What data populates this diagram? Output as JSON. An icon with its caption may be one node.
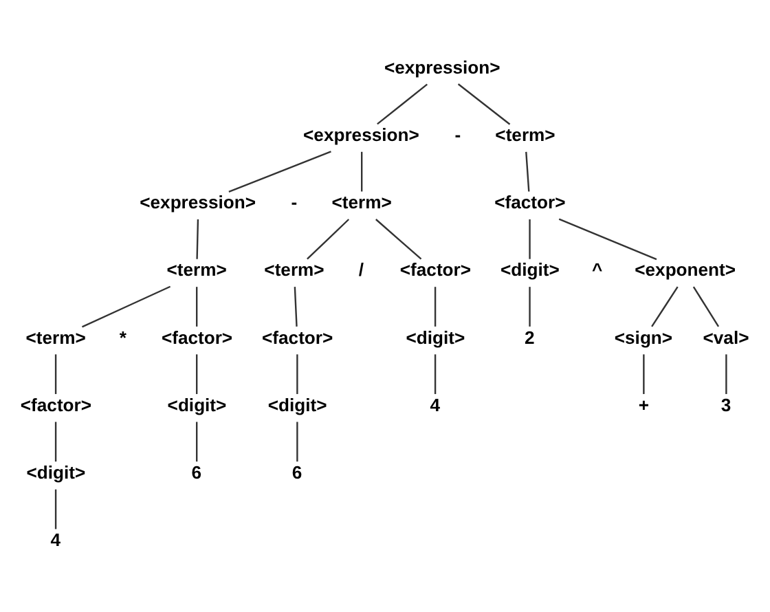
{
  "diagram": {
    "nodes": [
      {
        "text": [
          "<expression>"
        ]
      },
      {
        "text": [
          "<expression>"
        ]
      },
      {
        "text": [
          "<term>"
        ]
      },
      {
        "text": [
          "<expression>"
        ]
      },
      {
        "text": [
          "<term>"
        ]
      },
      {
        "text": [
          "<factor>"
        ]
      },
      {
        "text": [
          "<term>"
        ]
      },
      {
        "text": [
          "<term>"
        ]
      },
      {
        "text": [
          "<factor>"
        ]
      },
      {
        "text": [
          "<digit>"
        ]
      },
      {
        "text": [
          "<exponent>"
        ]
      },
      {
        "text": [
          "<term>"
        ]
      },
      {
        "text": [
          "<factor>"
        ]
      },
      {
        "text": [
          "<factor>"
        ]
      },
      {
        "text": [
          "<digit>"
        ]
      },
      {
        "text": [
          "2"
        ]
      },
      {
        "text": [
          "<sign>"
        ]
      },
      {
        "text": [
          "<val>"
        ]
      },
      {
        "text": [
          "<factor>"
        ]
      },
      {
        "text": [
          "<digit>"
        ]
      },
      {
        "text": [
          "<digit>"
        ]
      },
      {
        "text": [
          "4"
        ]
      },
      {
        "text": [
          "+"
        ]
      },
      {
        "text": [
          "3"
        ]
      },
      {
        "text": [
          "<digit>"
        ]
      },
      {
        "text": [
          "6"
        ]
      },
      {
        "text": [
          "6"
        ]
      },
      {
        "text": [
          "4"
        ]
      }
    ],
    "edges": [
      {
        "from": 0,
        "to": 1,
        "arrow": "none"
      },
      {
        "from": 0,
        "to": 2,
        "arrow": "none"
      },
      {
        "from": 1,
        "to": 3,
        "arrow": "none"
      },
      {
        "from": 1,
        "to": 4,
        "arrow": "none"
      },
      {
        "from": 2,
        "to": 5,
        "arrow": "none"
      },
      {
        "from": 3,
        "to": 6,
        "arrow": "none"
      },
      {
        "from": 4,
        "to": 7,
        "arrow": "none"
      },
      {
        "from": 4,
        "to": 8,
        "arrow": "none"
      },
      {
        "from": 5,
        "to": 9,
        "arrow": "none"
      },
      {
        "from": 5,
        "to": 10,
        "arrow": "none"
      },
      {
        "from": 6,
        "to": 11,
        "arrow": "none"
      },
      {
        "from": 6,
        "to": 12,
        "arrow": "none"
      },
      {
        "from": 7,
        "to": 13,
        "arrow": "none"
      },
      {
        "from": 8,
        "to": 14,
        "arrow": "none"
      },
      {
        "from": 9,
        "to": 15,
        "arrow": "none"
      },
      {
        "from": 10,
        "to": 16,
        "arrow": "none"
      },
      {
        "from": 10,
        "to": 17,
        "arrow": "none"
      },
      {
        "from": 11,
        "to": 18,
        "arrow": "none"
      },
      {
        "from": 12,
        "to": 19,
        "arrow": "none"
      },
      {
        "from": 13,
        "to": 20,
        "arrow": "none"
      },
      {
        "from": 14,
        "to": 21,
        "arrow": "none"
      },
      {
        "from": 16,
        "to": 22,
        "arrow": "none"
      },
      {
        "from": 17,
        "to": 23,
        "arrow": "none"
      },
      {
        "from": 18,
        "to": 24,
        "arrow": "none"
      },
      {
        "from": 19,
        "to": 25,
        "arrow": "none"
      },
      {
        "from": 20,
        "to": 26,
        "arrow": "none"
      },
      {
        "from": 24,
        "to": 27,
        "arrow": "none"
      }
    ],
    "labels": [
      "-",
      "-",
      "/",
      "^",
      "*"
    ]
  }
}
